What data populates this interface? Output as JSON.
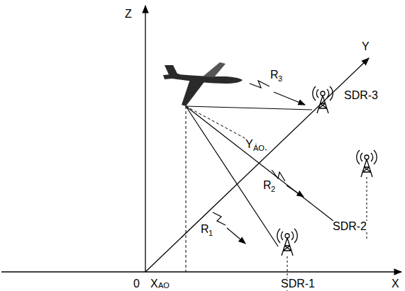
{
  "diagram": {
    "labels": [
      "Z",
      "Y",
      "X",
      "0",
      "X",
      "AO",
      "Y",
      "AO",
      "R",
      "3",
      "R",
      "2",
      "R",
      "1",
      "SDR-3",
      "SDR-2",
      "SDR-1"
    ]
  }
}
